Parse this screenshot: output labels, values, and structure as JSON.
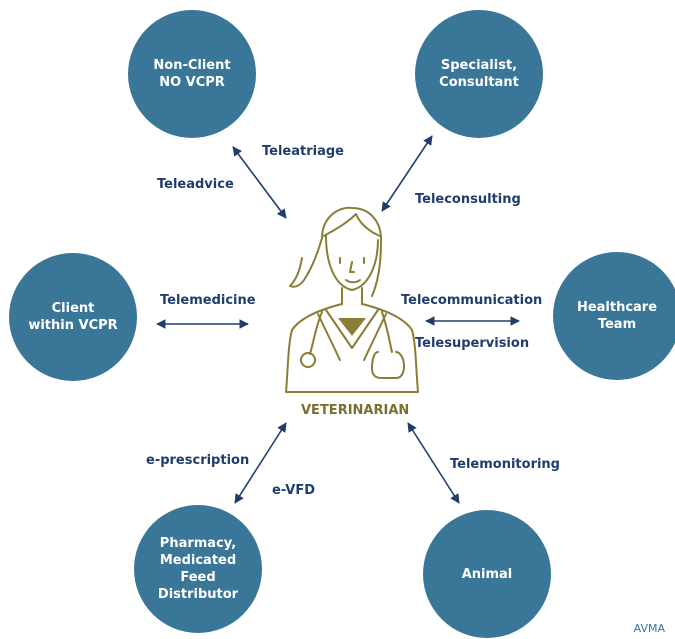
{
  "colors": {
    "node": "#3a7697",
    "label": "#1f3e6e",
    "figure": "#8a7d35"
  },
  "center": {
    "label": "VETERINARIAN"
  },
  "nodes": {
    "non_client": "Non-Client\nNO VCPR",
    "specialist": "Specialist,\nConsultant",
    "client": "Client\nwithin VCPR",
    "healthcare": "Healthcare\nTeam",
    "pharmacy": "Pharmacy,\nMedicated\nFeed\nDistributor",
    "animal": "Animal"
  },
  "labels": {
    "teleatriage": "Teleatriage",
    "teleadvice": "Teleadvice",
    "teleconsulting": "Teleconsulting",
    "telemedicine": "Telemedicine",
    "telecommunication": "Telecommunication",
    "telesupervision": "Telesupervision",
    "eprescription": "e-prescription",
    "evfd": "e-VFD",
    "telemonitoring": "Telemonitoring"
  },
  "credit": "AVMA"
}
